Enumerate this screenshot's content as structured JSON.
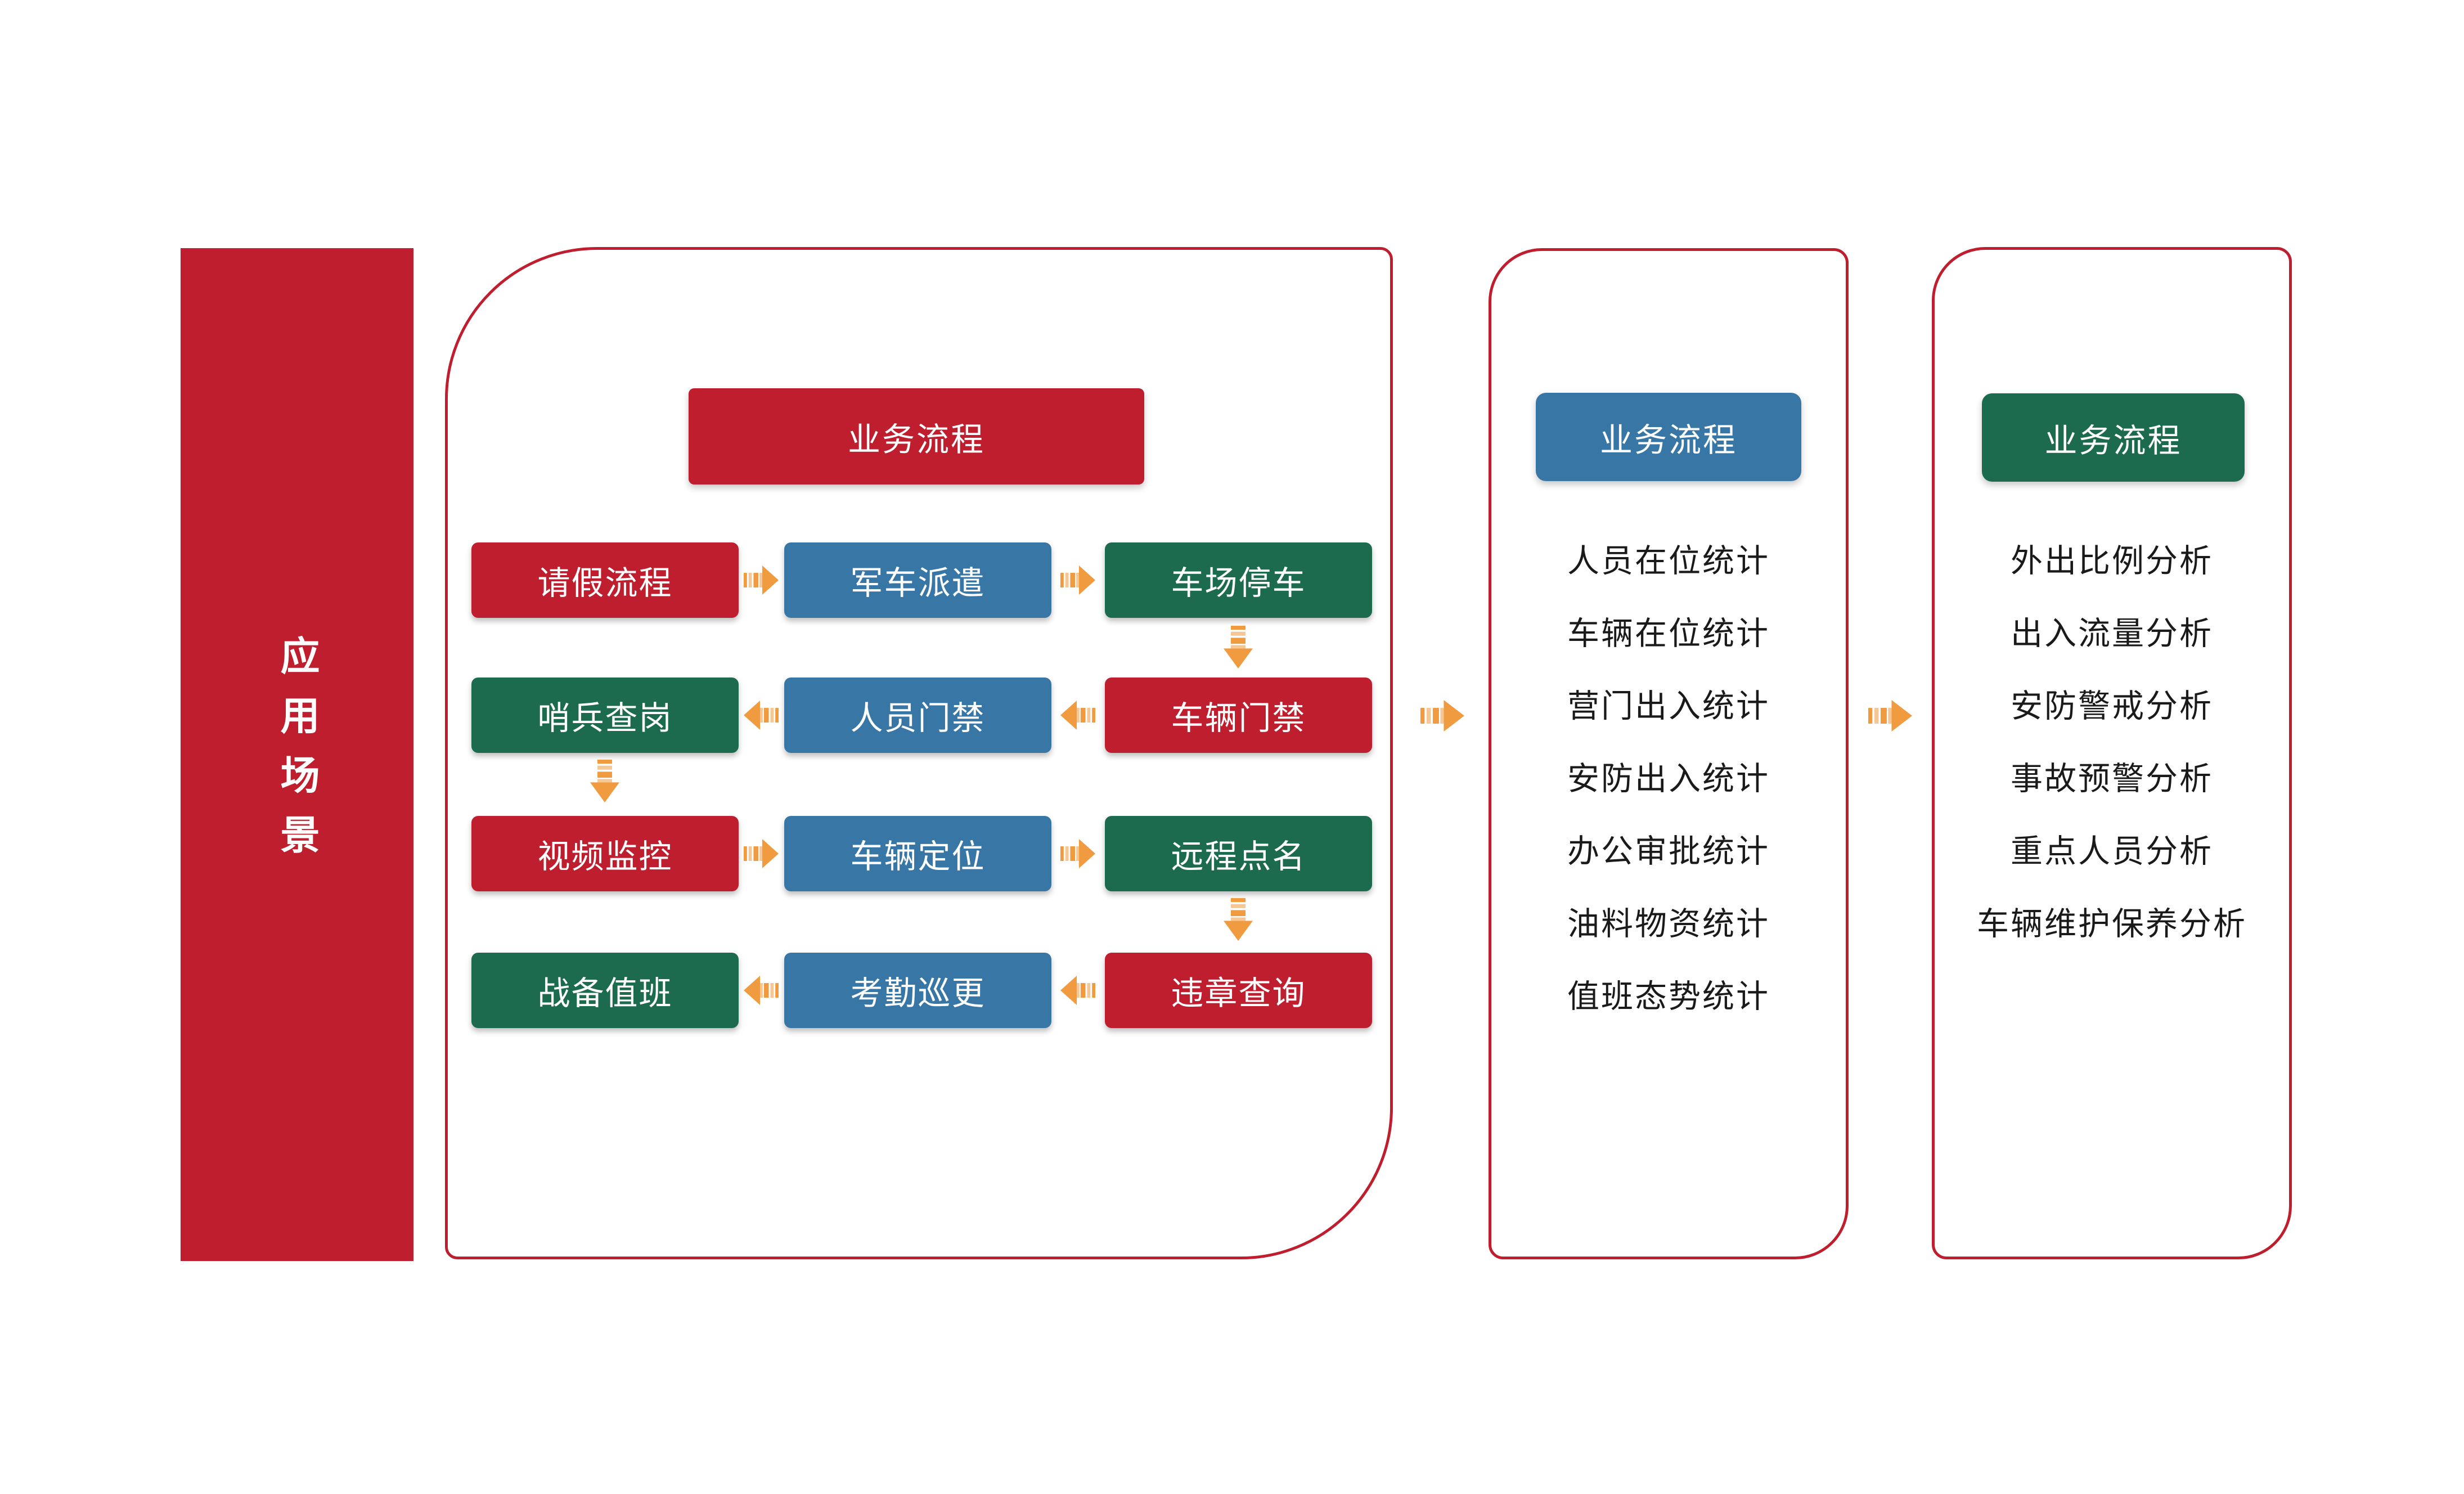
{
  "colors": {
    "red": "#BE1E2D",
    "blue": "#3876A6",
    "green": "#1D6B4E",
    "orange": "#F09B40",
    "orange_light": "#F6C795",
    "white": "#FFFFFF"
  },
  "sidebar": {
    "label": "应用场景"
  },
  "panel1": {
    "header": "业务流程",
    "rows": [
      {
        "direction": "right",
        "boxes": [
          {
            "label": "请假流程",
            "color": "red"
          },
          {
            "label": "军车派遣",
            "color": "blue"
          },
          {
            "label": "车场停车",
            "color": "green"
          }
        ]
      },
      {
        "direction": "left",
        "boxes": [
          {
            "label": "哨兵查岗",
            "color": "green"
          },
          {
            "label": "人员门禁",
            "color": "blue"
          },
          {
            "label": "车辆门禁",
            "color": "red"
          }
        ]
      },
      {
        "direction": "right",
        "boxes": [
          {
            "label": "视频监控",
            "color": "red"
          },
          {
            "label": "车辆定位",
            "color": "blue"
          },
          {
            "label": "远程点名",
            "color": "green"
          }
        ]
      },
      {
        "direction": "left",
        "boxes": [
          {
            "label": "战备值班",
            "color": "green"
          },
          {
            "label": "考勤巡更",
            "color": "blue"
          },
          {
            "label": "违章查询",
            "color": "red"
          }
        ]
      }
    ]
  },
  "panel2": {
    "header": "业务流程",
    "items": [
      "人员在位统计",
      "车辆在位统计",
      "营门出入统计",
      "安防出入统计",
      "办公审批统计",
      "油料物资统计",
      "值班态势统计"
    ]
  },
  "panel3": {
    "header": "业务流程",
    "items": [
      "外出比例分析",
      "出入流量分析",
      "安防警戒分析",
      "事故预警分析",
      "重点人员分析",
      "车辆维护保养分析"
    ]
  }
}
